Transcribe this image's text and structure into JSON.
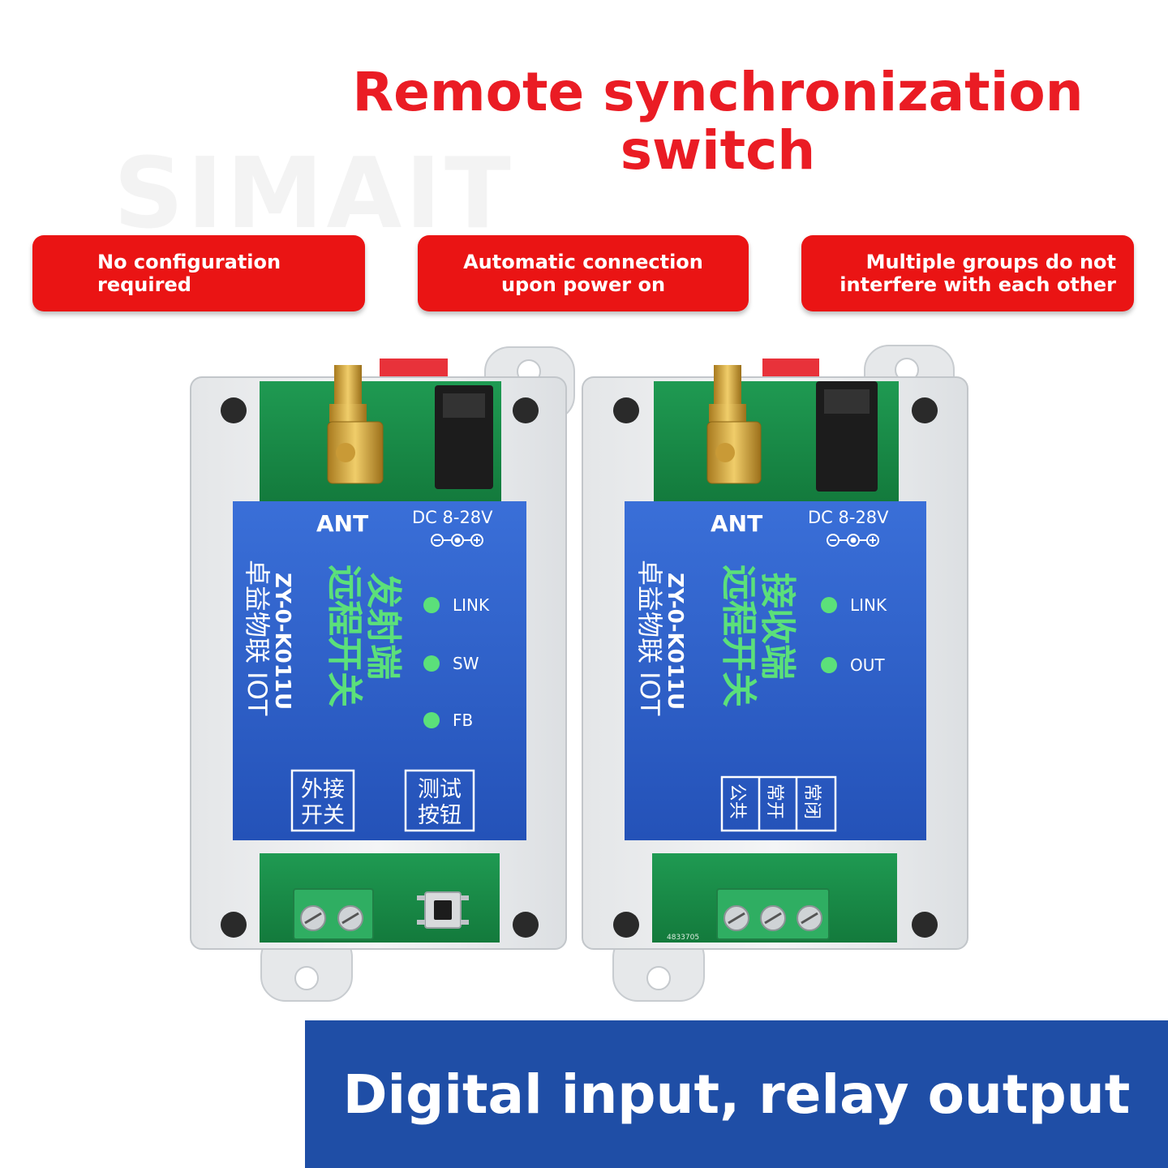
{
  "watermark": "SIMAIT",
  "title": {
    "line1": "Remote synchronization",
    "line2": "switch"
  },
  "features": [
    {
      "line1": "No configuration",
      "line2": "required"
    },
    {
      "line1": "Automatic connection",
      "line2": "upon power on"
    },
    {
      "line1": "Multiple groups do not",
      "line2": "interfere with each other"
    }
  ],
  "transmitter": {
    "ant": "ANT",
    "power": "DC 8-28V",
    "brand": "卓益物联 IOT",
    "model": "ZY-0-K011U",
    "name_line1": "远程开关",
    "name_line2": "发射端",
    "leds": [
      "LINK",
      "SW",
      "FB"
    ],
    "box1_line1": "外接",
    "box1_line2": "开关",
    "box2_line1": "测试",
    "box2_line2": "按钮"
  },
  "receiver": {
    "ant": "ANT",
    "power": "DC 8-28V",
    "brand": "卓益物联 IOT",
    "model": "ZY-0-K011U",
    "name_line1": "远程开关",
    "name_line2": "接收端",
    "leds": [
      "LINK",
      "OUT"
    ],
    "terminals": [
      "公共",
      "常开",
      "常闭"
    ],
    "pcb_code": "4833705"
  },
  "banner": "Digital input, relay output",
  "colors": {
    "title_red": "#ea1c24",
    "pill_red": "#ea1414",
    "panel_blue": "#2c5ec8",
    "banner_blue": "#1f4ea6",
    "pcb_green": "#1a8a48",
    "led_green": "#5be07a"
  }
}
